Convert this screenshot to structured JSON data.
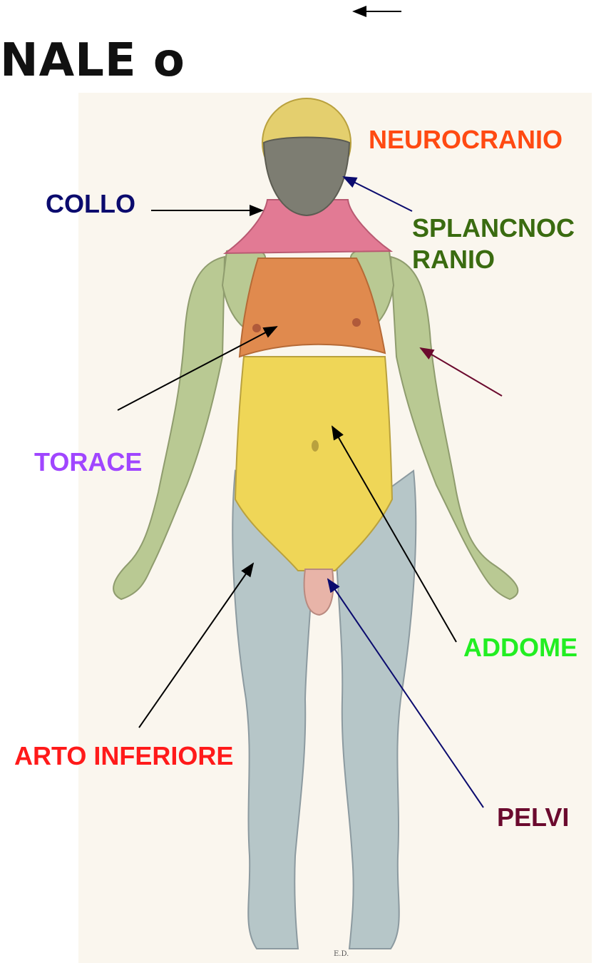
{
  "title": "NALE o",
  "labels": {
    "neurocranio": {
      "text": "NEUROCRANIO",
      "color": "#ff4a12"
    },
    "collo": {
      "text": "COLLO",
      "color": "#0b0b6e"
    },
    "splancnocranio1": {
      "text": "SPLANCNOC",
      "color": "#3a6b10"
    },
    "splancnocranio2": {
      "text": "RANIO",
      "color": "#3a6b10"
    },
    "torace": {
      "text": "TORACE",
      "color": "#a046ff"
    },
    "addome": {
      "text": "ADDOME",
      "color": "#22ee22"
    },
    "arto_inferiore": {
      "text": "ARTO INFERIORE",
      "color": "#ff1a1a"
    },
    "pelvi": {
      "text": "PELVI",
      "color": "#6b0a2e"
    }
  },
  "artist_initials": "E.D.",
  "region_colors": {
    "head_top": "#e4cf6e",
    "face": "#7d7d72",
    "neck": "#e27a94",
    "thorax": "#e08a4e",
    "abdomen": "#efd657",
    "arms": "#b9c993",
    "legs": "#b6c6c8",
    "pelvis": "#e8b4a8",
    "background": "#faf6ee"
  }
}
